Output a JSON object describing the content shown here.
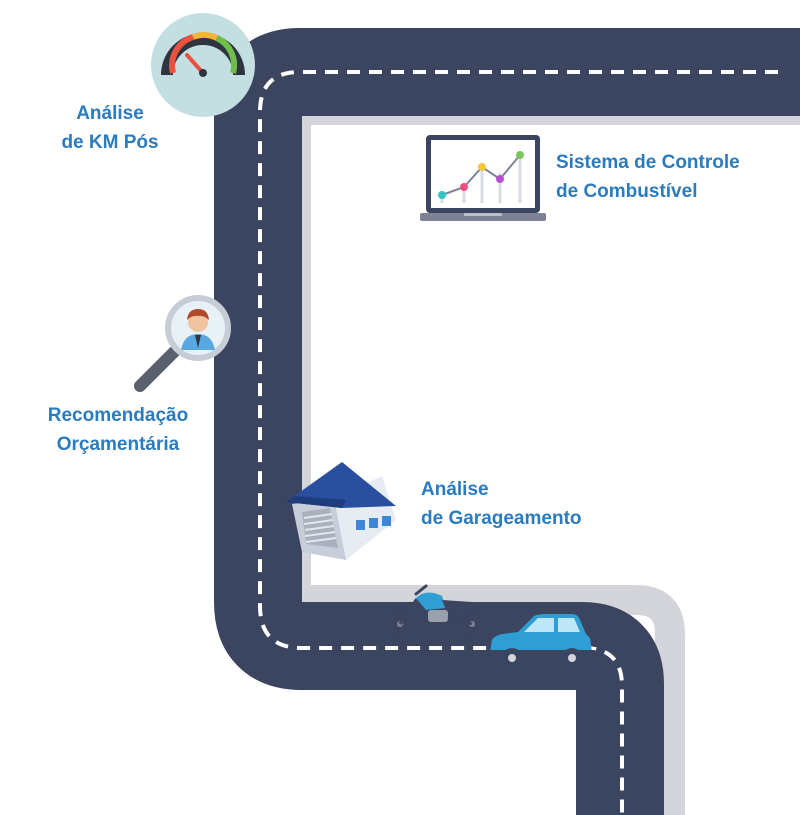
{
  "labels": {
    "km": {
      "line1": "Análise",
      "line2": "de KM Pós"
    },
    "fuel": {
      "line1": "Sistema de Controle",
      "line2": "de Combustível"
    },
    "budget": {
      "line1": "Recomendação",
      "line2": "Orçamentária"
    },
    "garage": {
      "line1": "Análise",
      "line2": "de Garageamento"
    }
  },
  "icons": {
    "gauge": "speedometer-icon",
    "laptop": "laptop-chart-icon",
    "magnifier": "magnifier-person-icon",
    "garage": "garage-house-icon",
    "motorcycle": "motorcycle-icon",
    "car": "car-icon"
  },
  "colors": {
    "road": "#3b4560",
    "road_edge": "#d3d5da",
    "lane": "#ffffff",
    "label": "#2a7bbf",
    "car": "#2f9ed4",
    "roof": "#25489a"
  }
}
